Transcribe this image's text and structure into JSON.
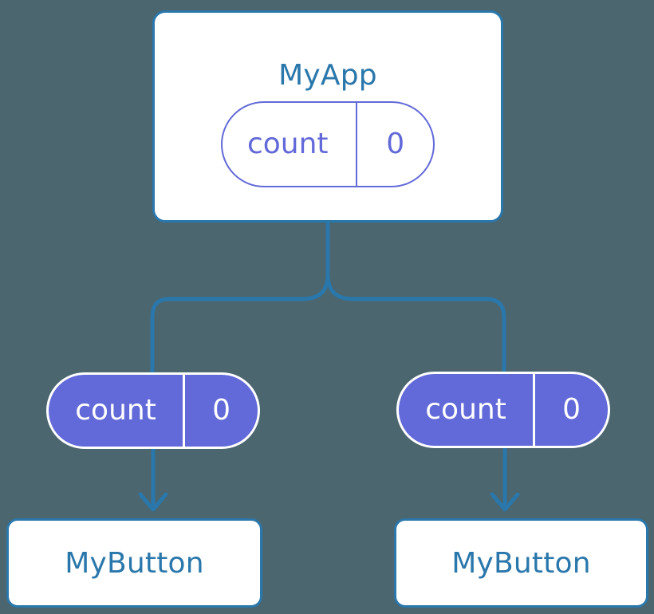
{
  "diagram": {
    "title": "React component state propagation tree",
    "background_color": "#4b666f",
    "accent_blue": "#2a77ab",
    "accent_purple": "#6269d8",
    "text_on_purple": "#ffffff"
  },
  "root": {
    "component_label": "MyApp",
    "state": {
      "key": "count",
      "value": "0"
    }
  },
  "children": [
    {
      "props": {
        "key": "count",
        "value": "0"
      },
      "component_label": "MyButton"
    },
    {
      "props": {
        "key": "count",
        "value": "0"
      },
      "component_label": "MyButton"
    }
  ],
  "connectors": {
    "trunk_label": "parent-to-children-branch",
    "arrow_label": "props-flow-arrow"
  }
}
